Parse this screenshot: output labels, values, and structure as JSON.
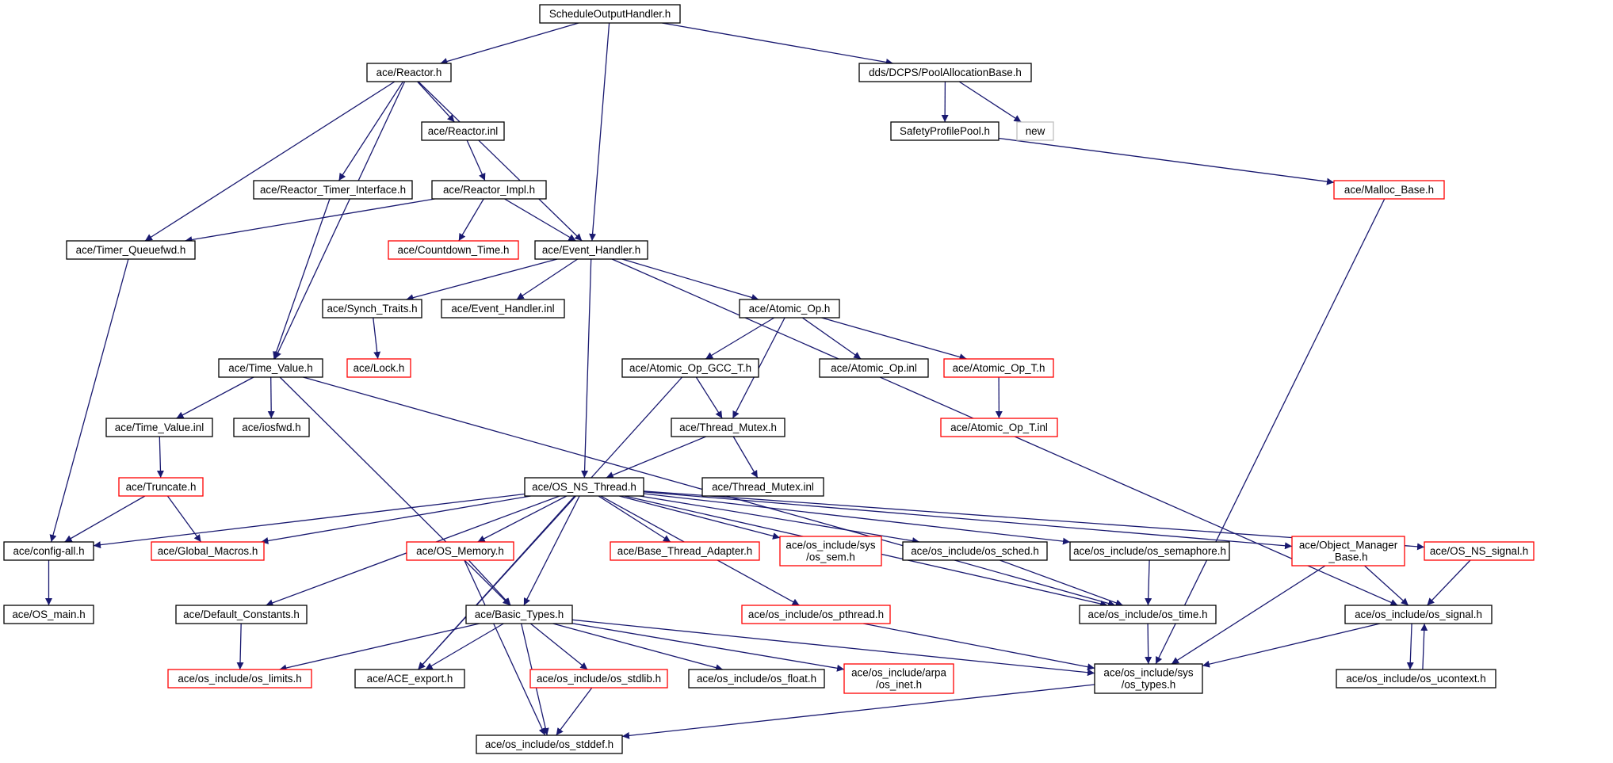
{
  "colors": {
    "edge": "#191970",
    "node_border_normal": "#000000",
    "node_border_truncated": "#ff0000",
    "node_border_external": "#bfbfbf",
    "node_fill_root": "#bfbfbf",
    "node_fill": "#ffffff"
  },
  "nodes": [
    {
      "id": "root",
      "label": "ScheduleOutputHandler.h",
      "style": "root"
    },
    {
      "id": "reactor",
      "label": "ace/Reactor.h",
      "style": "normal"
    },
    {
      "id": "poolalloc",
      "label": "dds/DCPS/PoolAllocationBase.h",
      "style": "normal"
    },
    {
      "id": "reactorinl",
      "label": "ace/Reactor.inl",
      "style": "normal"
    },
    {
      "id": "safetypool",
      "label": "SafetyProfilePool.h",
      "style": "normal"
    },
    {
      "id": "new",
      "label": "new",
      "style": "external"
    },
    {
      "id": "rti",
      "label": "ace/Reactor_Timer_Interface.h",
      "style": "normal"
    },
    {
      "id": "rimpl",
      "label": "ace/Reactor_Impl.h",
      "style": "normal"
    },
    {
      "id": "malloc",
      "label": "ace/Malloc_Base.h",
      "style": "truncated"
    },
    {
      "id": "tqfwd",
      "label": "ace/Timer_Queuefwd.h",
      "style": "normal"
    },
    {
      "id": "countdown",
      "label": "ace/Countdown_Time.h",
      "style": "truncated"
    },
    {
      "id": "evh",
      "label": "ace/Event_Handler.h",
      "style": "normal"
    },
    {
      "id": "synch",
      "label": "ace/Synch_Traits.h",
      "style": "normal"
    },
    {
      "id": "evhinl",
      "label": "ace/Event_Handler.inl",
      "style": "normal"
    },
    {
      "id": "atomic",
      "label": "ace/Atomic_Op.h",
      "style": "normal"
    },
    {
      "id": "lock",
      "label": "ace/Lock.h",
      "style": "truncated"
    },
    {
      "id": "tv",
      "label": "ace/Time_Value.h",
      "style": "normal"
    },
    {
      "id": "gcc",
      "label": "ace/Atomic_Op_GCC_T.h",
      "style": "normal"
    },
    {
      "id": "atomicinl",
      "label": "ace/Atomic_Op.inl",
      "style": "normal"
    },
    {
      "id": "atomict",
      "label": "ace/Atomic_Op_T.h",
      "style": "truncated"
    },
    {
      "id": "tvinl",
      "label": "ace/Time_Value.inl",
      "style": "normal"
    },
    {
      "id": "iosfwd",
      "label": "ace/iosfwd.h",
      "style": "normal"
    },
    {
      "id": "tmutex",
      "label": "ace/Thread_Mutex.h",
      "style": "normal"
    },
    {
      "id": "atomictinl",
      "label": "ace/Atomic_Op_T.inl",
      "style": "truncated"
    },
    {
      "id": "truncate",
      "label": "ace/Truncate.h",
      "style": "truncated"
    },
    {
      "id": "osns",
      "label": "ace/OS_NS_Thread.h",
      "style": "normal"
    },
    {
      "id": "tmutexinl",
      "label": "ace/Thread_Mutex.inl",
      "style": "normal"
    },
    {
      "id": "config",
      "label": "ace/config-all.h",
      "style": "normal"
    },
    {
      "id": "gmacros",
      "label": "ace/Global_Macros.h",
      "style": "truncated"
    },
    {
      "id": "osmem",
      "label": "ace/OS_Memory.h",
      "style": "truncated"
    },
    {
      "id": "bta",
      "label": "ace/Base_Thread_Adapter.h",
      "style": "truncated"
    },
    {
      "id": "ossem",
      "label": [
        "ace/os_include/sys",
        "/os_sem.h"
      ],
      "style": "truncated"
    },
    {
      "id": "ossched",
      "label": "ace/os_include/os_sched.h",
      "style": "normal"
    },
    {
      "id": "ossemaphore",
      "label": "ace/os_include/os_semaphore.h",
      "style": "normal"
    },
    {
      "id": "omb",
      "label": [
        "ace/Object_Manager",
        "_Base.h"
      ],
      "style": "truncated"
    },
    {
      "id": "osnssignal",
      "label": "ace/OS_NS_signal.h",
      "style": "truncated"
    },
    {
      "id": "osmain",
      "label": "ace/OS_main.h",
      "style": "normal"
    },
    {
      "id": "defconst",
      "label": "ace/Default_Constants.h",
      "style": "normal"
    },
    {
      "id": "basic",
      "label": "ace/Basic_Types.h",
      "style": "normal"
    },
    {
      "id": "pthread",
      "label": "ace/os_include/os_pthread.h",
      "style": "truncated"
    },
    {
      "id": "ostime",
      "label": "ace/os_include/os_time.h",
      "style": "normal"
    },
    {
      "id": "ossignal",
      "label": "ace/os_include/os_signal.h",
      "style": "normal"
    },
    {
      "id": "limits",
      "label": "ace/os_include/os_limits.h",
      "style": "truncated"
    },
    {
      "id": "aceexport",
      "label": "ace/ACE_export.h",
      "style": "normal"
    },
    {
      "id": "stdlib",
      "label": "ace/os_include/os_stdlib.h",
      "style": "truncated"
    },
    {
      "id": "float",
      "label": "ace/os_include/os_float.h",
      "style": "normal"
    },
    {
      "id": "inet",
      "label": [
        "ace/os_include/arpa",
        "/os_inet.h"
      ],
      "style": "truncated"
    },
    {
      "id": "systypes",
      "label": [
        "ace/os_include/sys",
        "/os_types.h"
      ],
      "style": "normal"
    },
    {
      "id": "ucontext",
      "label": "ace/os_include/os_ucontext.h",
      "style": "normal"
    },
    {
      "id": "stddef",
      "label": "ace/os_include/os_stddef.h",
      "style": "normal"
    }
  ],
  "edges": [
    [
      "root",
      "reactor"
    ],
    [
      "root",
      "evh"
    ],
    [
      "root",
      "poolalloc"
    ],
    [
      "reactor",
      "tqfwd"
    ],
    [
      "reactor",
      "tv"
    ],
    [
      "reactor",
      "rti"
    ],
    [
      "reactor",
      "reactorinl"
    ],
    [
      "reactor",
      "evh"
    ],
    [
      "poolalloc",
      "safetypool"
    ],
    [
      "poolalloc",
      "new"
    ],
    [
      "safetypool",
      "malloc"
    ],
    [
      "malloc",
      "systypes"
    ],
    [
      "reactorinl",
      "rimpl"
    ],
    [
      "rti",
      "tv"
    ],
    [
      "rimpl",
      "tqfwd"
    ],
    [
      "rimpl",
      "countdown"
    ],
    [
      "rimpl",
      "evh"
    ],
    [
      "tqfwd",
      "config"
    ],
    [
      "evh",
      "synch"
    ],
    [
      "evh",
      "evhinl"
    ],
    [
      "evh",
      "atomic"
    ],
    [
      "evh",
      "osns"
    ],
    [
      "evh",
      "ossignal"
    ],
    [
      "synch",
      "lock"
    ],
    [
      "atomic",
      "gcc"
    ],
    [
      "atomic",
      "atomicinl"
    ],
    [
      "atomic",
      "atomict"
    ],
    [
      "atomic",
      "tmutex"
    ],
    [
      "atomict",
      "atomictinl"
    ],
    [
      "gcc",
      "tmutex"
    ],
    [
      "gcc",
      "aceexport"
    ],
    [
      "tv",
      "tvinl"
    ],
    [
      "tv",
      "iosfwd"
    ],
    [
      "tv",
      "basic"
    ],
    [
      "tv",
      "ostime"
    ],
    [
      "tvinl",
      "truncate"
    ],
    [
      "truncate",
      "config"
    ],
    [
      "truncate",
      "gmacros"
    ],
    [
      "tmutex",
      "tmutexinl"
    ],
    [
      "tmutex",
      "osns"
    ],
    [
      "osns",
      "config"
    ],
    [
      "osns",
      "gmacros"
    ],
    [
      "osns",
      "osmem"
    ],
    [
      "osns",
      "bta"
    ],
    [
      "osns",
      "ossem"
    ],
    [
      "osns",
      "ossched"
    ],
    [
      "osns",
      "ossemaphore"
    ],
    [
      "osns",
      "omb"
    ],
    [
      "osns",
      "osnssignal"
    ],
    [
      "osns",
      "defconst"
    ],
    [
      "osns",
      "basic"
    ],
    [
      "osns",
      "pthread"
    ],
    [
      "osns",
      "aceexport"
    ],
    [
      "osns",
      "ostime"
    ],
    [
      "config",
      "osmain"
    ],
    [
      "osmem",
      "basic"
    ],
    [
      "osmem",
      "stddef"
    ],
    [
      "defconst",
      "limits"
    ],
    [
      "basic",
      "limits"
    ],
    [
      "basic",
      "aceexport"
    ],
    [
      "basic",
      "stdlib"
    ],
    [
      "basic",
      "float"
    ],
    [
      "basic",
      "inet"
    ],
    [
      "basic",
      "systypes"
    ],
    [
      "basic",
      "stddef"
    ],
    [
      "pthread",
      "systypes"
    ],
    [
      "ossched",
      "ostime"
    ],
    [
      "ossemaphore",
      "ostime"
    ],
    [
      "ostime",
      "systypes"
    ],
    [
      "omb",
      "ossignal"
    ],
    [
      "omb",
      "systypes"
    ],
    [
      "osnssignal",
      "ossignal"
    ],
    [
      "ossignal",
      "systypes"
    ],
    [
      "ossignal",
      "ucontext"
    ],
    [
      "ucontext",
      "ossignal"
    ],
    [
      "stdlib",
      "stddef"
    ],
    [
      "systypes",
      "stddef"
    ]
  ]
}
